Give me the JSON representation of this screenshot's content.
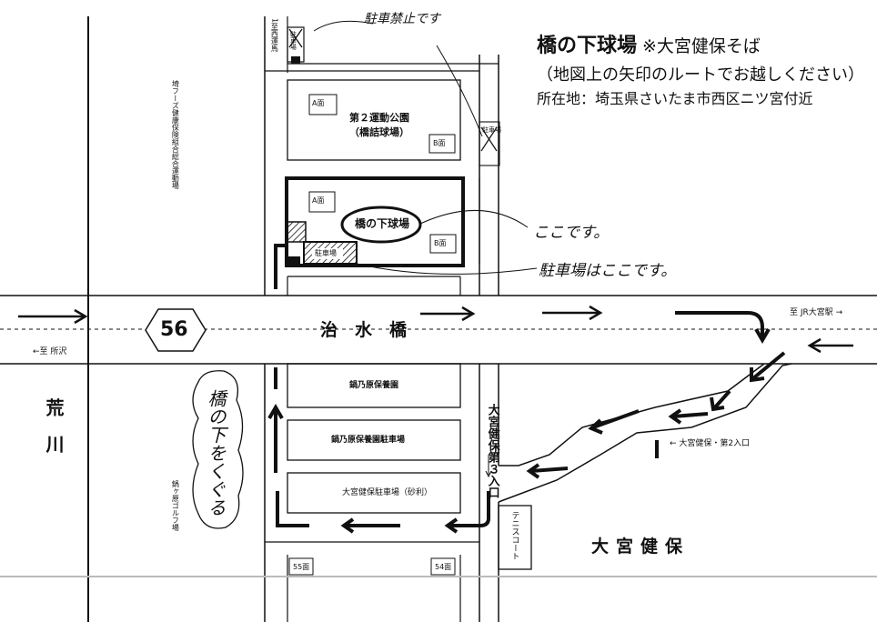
{
  "title": {
    "main": "橋の下球場",
    "note": "※大宮健保そば",
    "route": "（地図上の矢印のルートでお越しください）",
    "address": "所在地：埼玉県さいたま市西区ニツ宮付近"
  },
  "road": {
    "number": "56",
    "bridge": "治　水　橋",
    "to_station": "至 JR大宮駅 →",
    "to_west": "←至 所沢"
  },
  "areas": {
    "field2": "第２運動公園",
    "field2_sub": "（橋詰球場）",
    "target": "橋の下球場",
    "parking": "駐車場",
    "a_face": "A面",
    "b_face": "B面",
    "kenpo": "大宮健保",
    "kenpo_entrance2": "← 大宮健保・第2入口",
    "tennis": "テニスコート",
    "p1": "鍋乃原保養園",
    "p2": "鍋乃原保養園駐車場",
    "p3": "大宮健保駐車場（砂利）",
    "f55": "55面",
    "f54": "54面",
    "left_parking": "駐車場",
    "left_parking_top": "1至西運馬"
  },
  "vertical": {
    "river": "荒　川",
    "entrance3": "大宮健保第３入口",
    "left_label": "埼フーズ健康保険組合総合運動場",
    "golf": "鍋ヶ原ゴルフ場"
  },
  "handwritten": {
    "no_parking": "駐車禁止です",
    "here": "ここです。",
    "parking_here": "駐車場はここです。",
    "under_bridge": "橋の下をくぐる"
  }
}
